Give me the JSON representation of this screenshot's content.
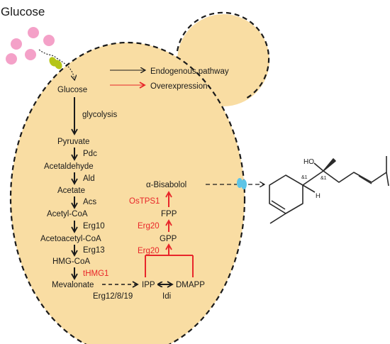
{
  "title": "Glucose",
  "legend": {
    "endogenous": "Endogenous pathway",
    "overexpression": "Overexpression"
  },
  "metabolites": {
    "glucose": "Glucose",
    "pyruvate": "Pyruvate",
    "acetaldehyde": "Acetaldehyde",
    "acetate": "Acetate",
    "acetyl_coa": "Acetyl-CoA",
    "acetoacetyl_coa": "Acetoacetyl-CoA",
    "hmg_coa": "HMG-CoA",
    "mevalonate": "Mevalonate",
    "ipp": "IPP",
    "dmapp": "DMAPP",
    "gpp": "GPP",
    "fpp": "FPP",
    "bisabolol": "α-Bisabolol"
  },
  "enzymes": {
    "glycolysis": "glycolysis",
    "pdc": "Pdc",
    "ald": "Ald",
    "acs": "Acs",
    "erg10": "Erg10",
    "erg13": "Erg13",
    "thmg1": "tHMG1",
    "erg12_8_19": "Erg12/8/19",
    "idi": "Idi",
    "erg20_a": "Erg20",
    "erg20_b": "Erg20",
    "ostps1": "OsTPS1"
  },
  "structure": {
    "oh": "HO",
    "h": "H",
    "stereo_a": "&1",
    "stereo_b": "&1"
  },
  "colors": {
    "cell_fill": "#f9dda3",
    "overexpression": "#e8262a",
    "glucose_dots": "#f4a1c8",
    "transporter": "#b5c516",
    "export_pump": "#5ec4e6"
  }
}
